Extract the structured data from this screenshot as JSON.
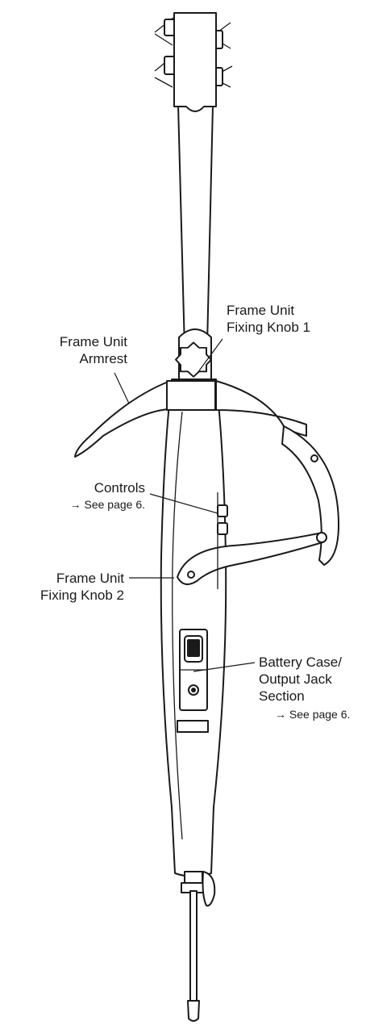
{
  "figure": {
    "labels": {
      "fixing_knob_1": [
        "Frame Unit",
        "Fixing Knob 1"
      ],
      "armrest": [
        "Frame Unit",
        "Armrest"
      ],
      "controls": [
        "Controls"
      ],
      "controls_ref": "→ See page 6.",
      "fixing_knob_2": [
        "Frame Unit",
        "Fixing Knob 2"
      ],
      "battery_case": [
        "Battery Case/",
        "Output Jack",
        "Section"
      ],
      "battery_case_ref": "→ See page 6."
    }
  }
}
